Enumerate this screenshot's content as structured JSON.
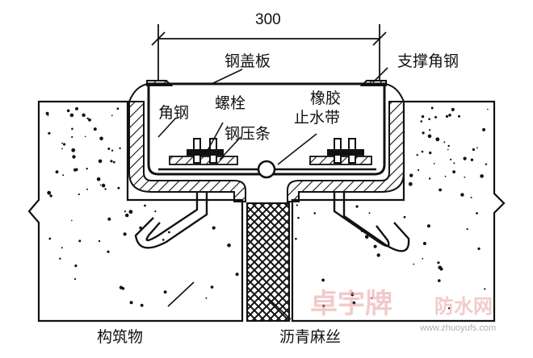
{
  "diagram": {
    "dimension": "300",
    "labels": {
      "cover_plate": "钢盖板",
      "support_angle": "支撑角钢",
      "angle_steel": "角钢",
      "bolt": "螺栓",
      "press_strip": "钢压条",
      "rubber_line1": "橡胶",
      "rubber_line2": "止水带",
      "structure": "构筑物",
      "asphalt_hemp": "沥青麻丝"
    },
    "watermark": {
      "brand": "卓宇牌",
      "suffix": "防水网",
      "site": "www.zhuoyufs.com"
    }
  }
}
